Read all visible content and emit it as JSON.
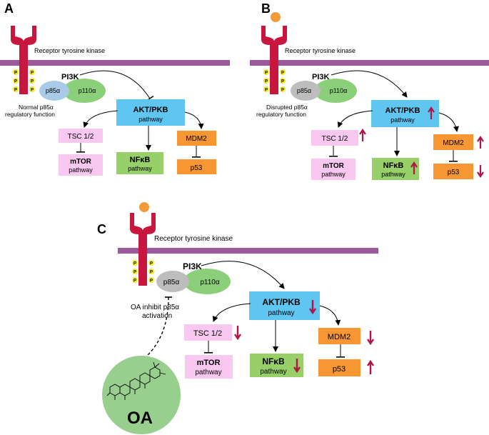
{
  "colors": {
    "membrane": "#9b5a9a",
    "receptor": "#c8173f",
    "phospho": "#f4ee2a",
    "ligand": "#f4993a",
    "p85_normal": "#a9cbe8",
    "p85_other": "#bdbdbd",
    "p110": "#8ccf7a",
    "akt": "#5ec6f1",
    "tsc_mtor": "#f9c8f0",
    "nfkb": "#97cf68",
    "mdm2_p53": "#f79733",
    "arrow_red": "#b01545",
    "oa_circle": "#98cf8f"
  },
  "panels": {
    "A": {
      "letter": "A",
      "receptor_label": "Receptor tyrosine kinase",
      "pi3k": "PI3K",
      "p85": "p85α",
      "p110": "p110α",
      "note_line1": "Normal p85α",
      "note_line2": "regulatory function",
      "akt_title": "AKT/PKB",
      "akt_sub": "pathway",
      "tsc": "TSC 1/2",
      "mtor_title": "mTOR",
      "mtor_sub": "pathway",
      "nfkb_title": "NFκB",
      "nfkb_sub": "pathway",
      "mdm2": "MDM2",
      "p53": "p53",
      "phospho": "P"
    },
    "B": {
      "letter": "B",
      "receptor_label": "Receptor tyrosine kinase",
      "pi3k": "PI3K",
      "p85": "p85α",
      "p110": "p110α",
      "note_line1": "Disrupted p85α",
      "note_line2": "regulatory function",
      "akt_title": "AKT/PKB",
      "akt_sub": "pathway",
      "tsc": "TSC 1/2",
      "mtor_title": "mTOR",
      "mtor_sub": "pathway",
      "nfkb_title": "NFκB",
      "nfkb_sub": "pathway",
      "mdm2": "MDM2",
      "p53": "p53",
      "phospho": "P"
    },
    "C": {
      "letter": "C",
      "receptor_label": "Receptor tyrosine kinase",
      "pi3k": "PI3K",
      "p85": "p85α",
      "p110": "p110α",
      "note_line1": "OA inhibit p85α",
      "note_line2": "activation",
      "akt_title": "AKT/PKB",
      "akt_sub": "pathway",
      "tsc": "TSC 1/2",
      "mtor_title": "mTOR",
      "mtor_sub": "pathway",
      "nfkb_title": "NFκB",
      "nfkb_sub": "pathway",
      "mdm2": "MDM2",
      "p53": "p53",
      "phospho": "P",
      "oa_label": "OA"
    }
  }
}
